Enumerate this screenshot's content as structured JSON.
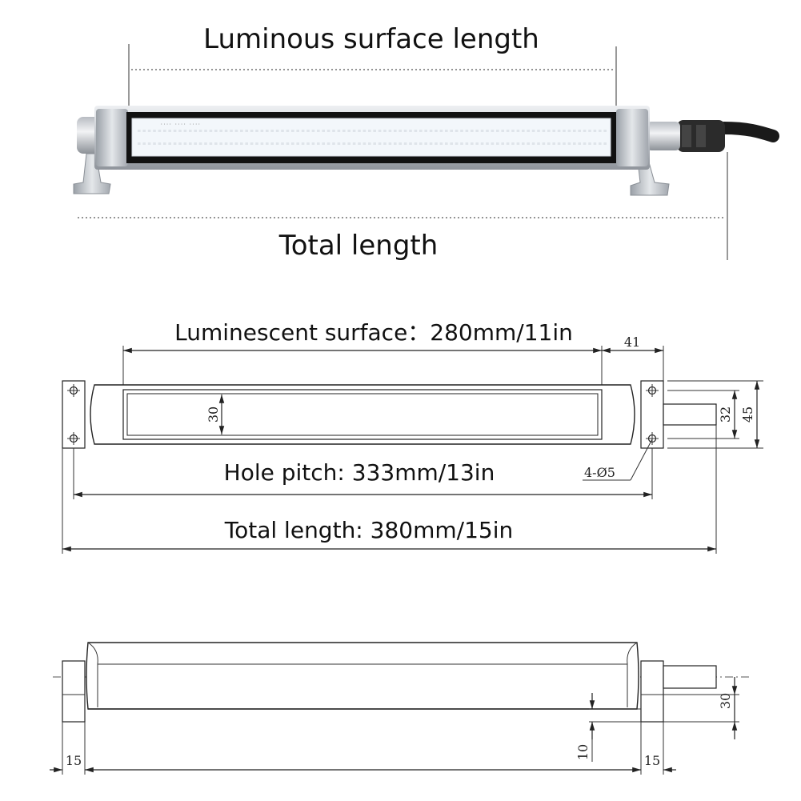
{
  "photo": {
    "top_label": "Luminous surface length",
    "bottom_label": "Total length"
  },
  "front_view": {
    "luminescent": "Luminescent surface：280mm/11in",
    "hole_pitch": "Hole pitch: 333mm/13in",
    "total_length": "Total length: 380mm/15in",
    "dim_41": "41",
    "dim_30": "30",
    "dim_32": "32",
    "dim_45": "45",
    "holes": "4-Ø5"
  },
  "side_view": {
    "dim_15_left": "15",
    "dim_15_right": "15",
    "dim_10": "10",
    "dim_30": "30"
  },
  "colors": {
    "housing": "#c9ccd1",
    "housing_dark": "#8f949b",
    "led_panel": "#f3f7fb",
    "led": "#ffffff",
    "frame": "#111111",
    "cable": "#1a1a1a"
  }
}
